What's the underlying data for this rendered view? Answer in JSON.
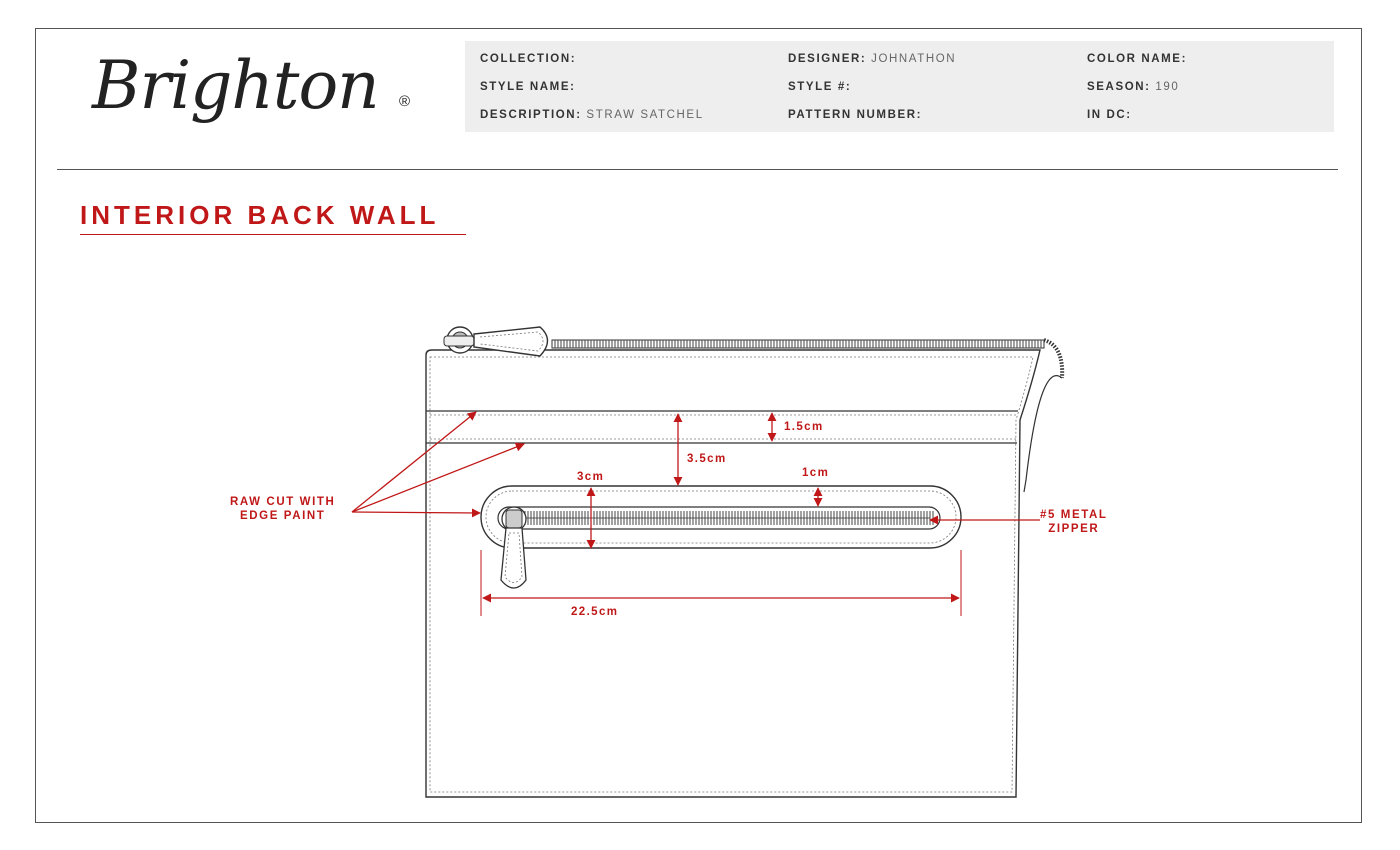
{
  "brand": {
    "logo_text": "Brighton",
    "registered": "®"
  },
  "header": {
    "collection": {
      "label": "COLLECTION:",
      "value": ""
    },
    "designer": {
      "label": "DESIGNER:",
      "value": "JOHNATHON"
    },
    "color_name": {
      "label": "COLOR NAME:",
      "value": ""
    },
    "style_name": {
      "label": "STYLE NAME:",
      "value": ""
    },
    "style_number": {
      "label": "STYLE #:",
      "value": ""
    },
    "season": {
      "label": "SEASON:",
      "value": "190"
    },
    "description": {
      "label": "DESCRIPTION:",
      "value": "STRAW SATCHEL"
    },
    "pattern_number": {
      "label": "PATTERN NUMBER:",
      "value": ""
    },
    "in_dc": {
      "label": "IN DC:",
      "value": ""
    }
  },
  "section": {
    "title": "INTERIOR BACK WALL"
  },
  "callouts": {
    "raw_cut": [
      "RAW CUT WITH",
      "EDGE PAINT"
    ],
    "zipper": [
      "#5 METAL",
      "ZIPPER"
    ]
  },
  "dimensions": {
    "top_band": "1.5cm",
    "band_to_pocket": "3.5cm",
    "pocket_height": "3cm",
    "zip_margin": "1cm",
    "pocket_width": "22.5cm"
  },
  "colors": {
    "accent": "#c01818",
    "panel": "#eeeeee",
    "line": "#444444"
  }
}
